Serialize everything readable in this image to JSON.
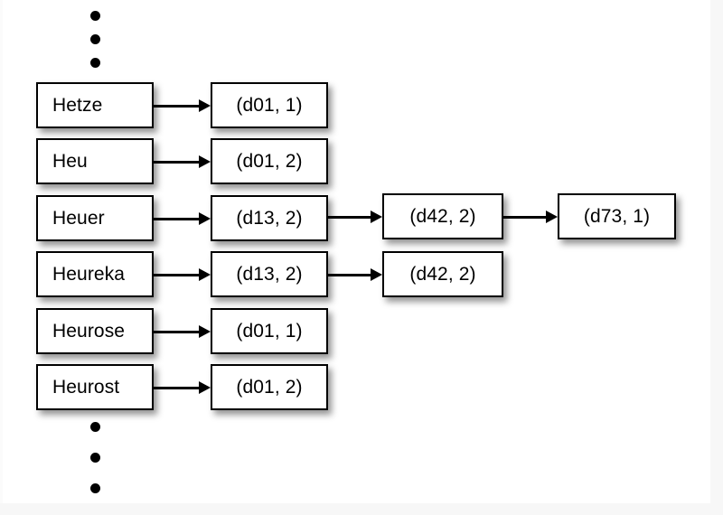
{
  "diagram": {
    "title": "trie-word-posting-list-diagram",
    "background_color": "#ffffff",
    "page_edge_color": "#f7f7f7",
    "node_border_color": "#000000",
    "node_fill_color": "#ffffff",
    "arrow_color": "#000000",
    "ellipsis_top": [
      "dot",
      "dot",
      "dot"
    ],
    "ellipsis_bottom": [
      "dot",
      "dot",
      "dot"
    ],
    "words": [
      {
        "label": "Hetze"
      },
      {
        "label": "Heu"
      },
      {
        "label": "Heuer"
      },
      {
        "label": "Heureka"
      },
      {
        "label": "Heurose"
      },
      {
        "label": "Heurost"
      }
    ],
    "postings_column_1": [
      {
        "label": "(d01, 1)"
      },
      {
        "label": "(d01, 2)"
      },
      {
        "label": "(d13, 2)"
      },
      {
        "label": "(d13, 2)"
      },
      {
        "label": "(d01, 1)"
      },
      {
        "label": "(d01, 2)"
      }
    ],
    "postings_column_2": [
      {
        "label": "(d42, 2)"
      },
      {
        "label": "(d42, 2)"
      }
    ],
    "postings_column_3": [
      {
        "label": "(d73, 1)"
      }
    ],
    "arrows": [
      {
        "name": "arrow-hetze-to-d01-1"
      },
      {
        "name": "arrow-heu-to-d01-2"
      },
      {
        "name": "arrow-heuer-to-d13-2"
      },
      {
        "name": "arrow-heureka-to-d13-2"
      },
      {
        "name": "arrow-heurose-to-d01-1"
      },
      {
        "name": "arrow-heurost-to-d01-2"
      },
      {
        "name": "arrow-d13-2-to-d42-2-row3"
      },
      {
        "name": "arrow-d13-2-to-d42-2-row4"
      },
      {
        "name": "arrow-d42-2-to-d73-1"
      }
    ]
  }
}
